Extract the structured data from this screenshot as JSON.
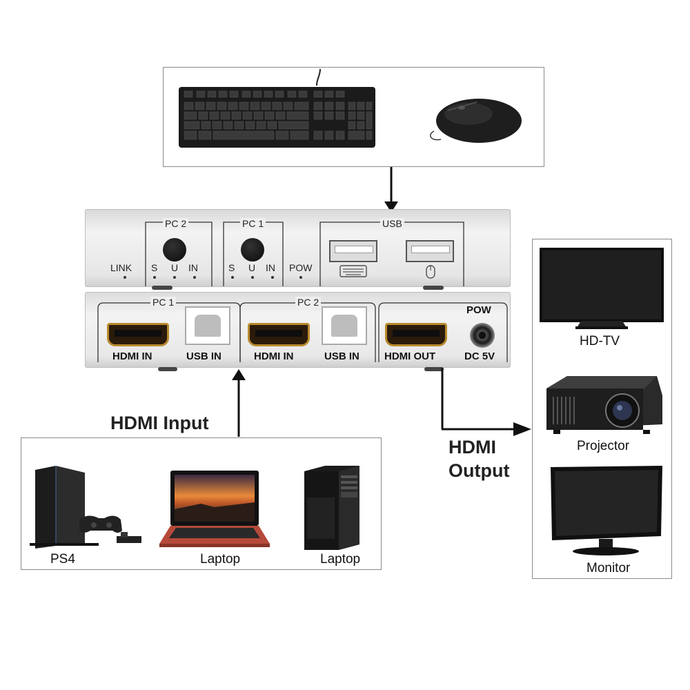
{
  "peripherals": {
    "items": [
      {
        "name": "keyboard-icon"
      },
      {
        "name": "mouse-icon"
      }
    ]
  },
  "device_front": {
    "groups": {
      "pc2": "PC 2",
      "pc1": "PC 1",
      "usb": "USB"
    },
    "indicators": {
      "link": "LINK",
      "pow": "POW",
      "s": "S",
      "u": "U",
      "in": "IN"
    }
  },
  "device_back": {
    "groups": {
      "pc1": "PC 1",
      "pc2": "PC 2",
      "pow": "POW"
    },
    "ports": {
      "hdmi_in_1": "HDMI  IN",
      "usb_in_1": "USB  IN",
      "hdmi_in_2": "HDMI  IN",
      "usb_in_2": "USB  IN",
      "hdmi_out": "HDMI  OUT",
      "dc": "DC 5V"
    }
  },
  "labels": {
    "hdmi_input": "HDMI Input",
    "hdmi_output_line1": "HDMI",
    "hdmi_output_line2": "Output"
  },
  "inputs": [
    {
      "label": "PS4",
      "icon": "ps4-console-icon"
    },
    {
      "label": "Laptop",
      "icon": "laptop-icon"
    },
    {
      "label": "Laptop",
      "icon": "desktop-tower-icon"
    }
  ],
  "outputs": [
    {
      "label": "HD-TV",
      "icon": "tv-icon"
    },
    {
      "label": "Projector",
      "icon": "projector-icon"
    },
    {
      "label": "Monitor",
      "icon": "monitor-icon"
    }
  ]
}
